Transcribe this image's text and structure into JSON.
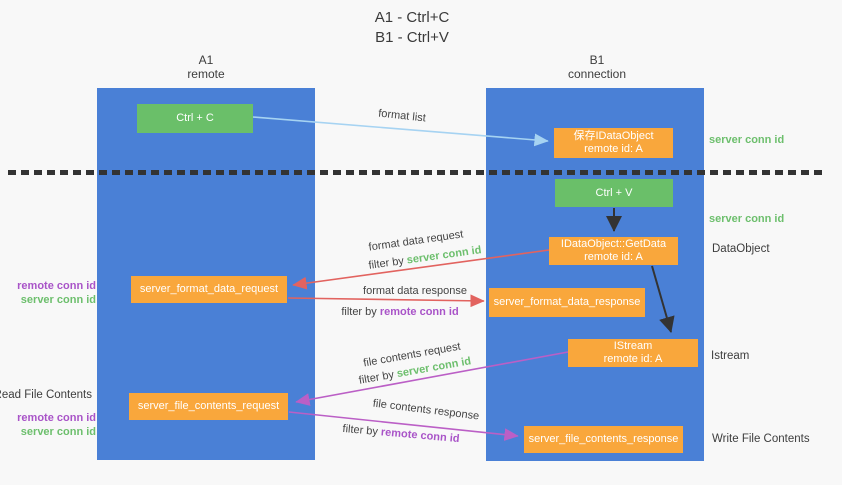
{
  "title": {
    "line1": "A1 - Ctrl+C",
    "line2": "B1 - Ctrl+V"
  },
  "lanes": {
    "a1": {
      "name": "A1",
      "subtitle": "remote"
    },
    "b1": {
      "name": "B1",
      "subtitle": "connection"
    }
  },
  "nodes": {
    "ctrl_c": {
      "label": "Ctrl + C"
    },
    "ctrl_v": {
      "label": "Ctrl + V"
    },
    "save_idataobject": {
      "line1": "保存IDataObject",
      "line2": "remote id: A"
    },
    "idataobject_getdata": {
      "line1": "IDataObject::GetData",
      "line2": "remote id: A"
    },
    "istream": {
      "line1": "IStream",
      "line2": "remote id: A"
    },
    "server_format_data_request": {
      "label": "server_format_data_request"
    },
    "server_format_data_response": {
      "label": "server_format_data_response"
    },
    "server_file_contents_request": {
      "label": "server_file_contents_request"
    },
    "server_file_contents_response": {
      "label": "server_file_contents_response"
    }
  },
  "arrow_labels": {
    "format_list": "format list",
    "format_data_request": "format data request",
    "format_data_response": "format data response",
    "file_contents_request": "file contents request",
    "file_contents_response": "file contents response",
    "filter_by": "filter by",
    "server_conn_id": "server conn id",
    "remote_conn_id": "remote conn id"
  },
  "side_labels": {
    "server_conn_id": "server conn id",
    "remote_conn_id": "remote conn id",
    "dataobject": "DataObject",
    "istream": "Istream",
    "read_file_contents": "Read File Contents",
    "write_file_contents": "Write File Contents"
  },
  "colors": {
    "background": "#f8f8f8",
    "column_blue": "#4a80d6",
    "box_green": "#6abf69",
    "box_orange": "#f9a73c",
    "arrow_blue": "#a6d3f2",
    "arrow_red": "#e2635f",
    "arrow_purple": "#bb5fc6",
    "arrow_black": "#333333",
    "text_green": "#6dbf6d",
    "text_purple": "#a954c8"
  }
}
